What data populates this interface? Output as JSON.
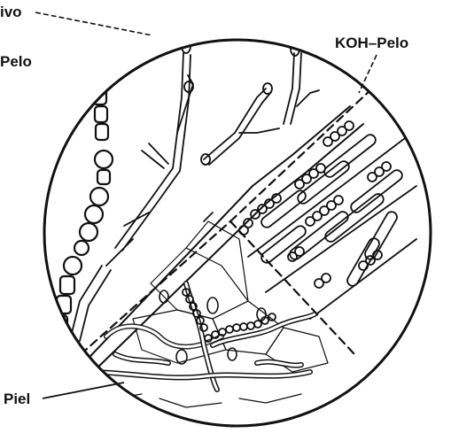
{
  "figure": {
    "labels": {
      "cultivo": "ivo",
      "pelo": "Pelo",
      "koh_pelo": "KOH–Pelo",
      "piel": "Piel"
    },
    "ink_color": "#111111",
    "background": "#ffffff"
  }
}
